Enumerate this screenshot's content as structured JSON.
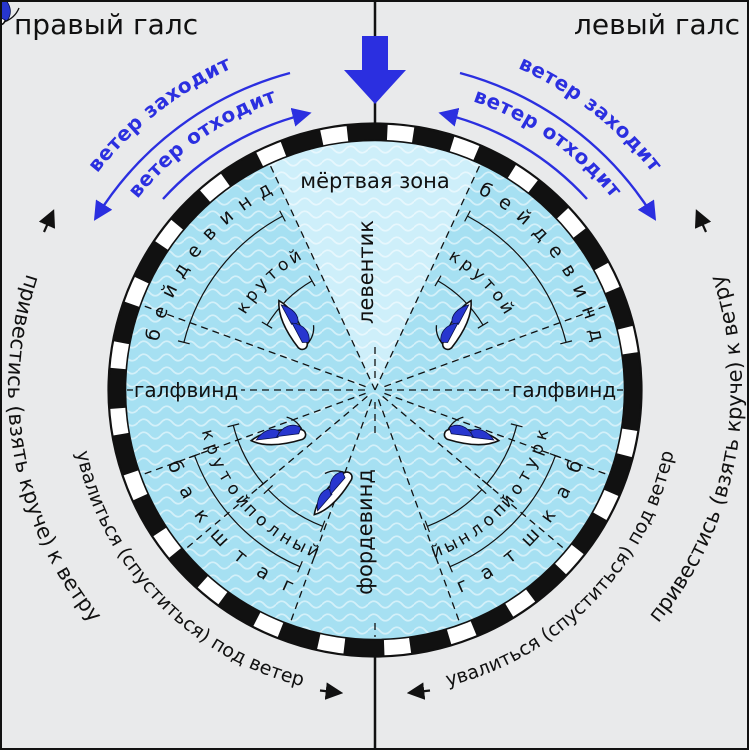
{
  "colors": {
    "background": "#e9eaeb",
    "ink": "#111111",
    "accent": "#2b2fe0",
    "sea": "#a6e0f2",
    "deadzone": "#ceeffa",
    "wave": "#ffffff",
    "sail": "#2736cf",
    "hull": "#ffffff"
  },
  "header": {
    "left_tack": "правый галс",
    "right_tack": "левый галс"
  },
  "wind_shift": {
    "left_veer": "ветер заходит",
    "left_back": "ветер отходит",
    "right_veer": "ветер заходит",
    "right_back": "ветер отходит"
  },
  "sectors": {
    "dead_zone": "мёртвая зона",
    "in_irons": "левентик",
    "close_hauled_left": "бейдевинд",
    "close_hauled_right": "бейдевинд",
    "close_upper_left": "крутой",
    "close_upper_right": "крутой",
    "beam_reach_left": "галфвинд",
    "beam_reach_right": "галфвинд",
    "broad_reach_left": "бакштаг",
    "broad_reach_right": "бакштаг",
    "close_lower_left": "крутой",
    "close_lower_right": "крутой",
    "full_left": "полный",
    "full_right": "полный",
    "running": "фордевинд"
  },
  "maneuvers": {
    "left_up": "привестись (взять круче) к ветру",
    "left_down": "увалиться (спуститься) под ветер",
    "right_up": "привестись (взять круче) к ветру",
    "right_down": "увалиться (спуститься) под ветер"
  }
}
